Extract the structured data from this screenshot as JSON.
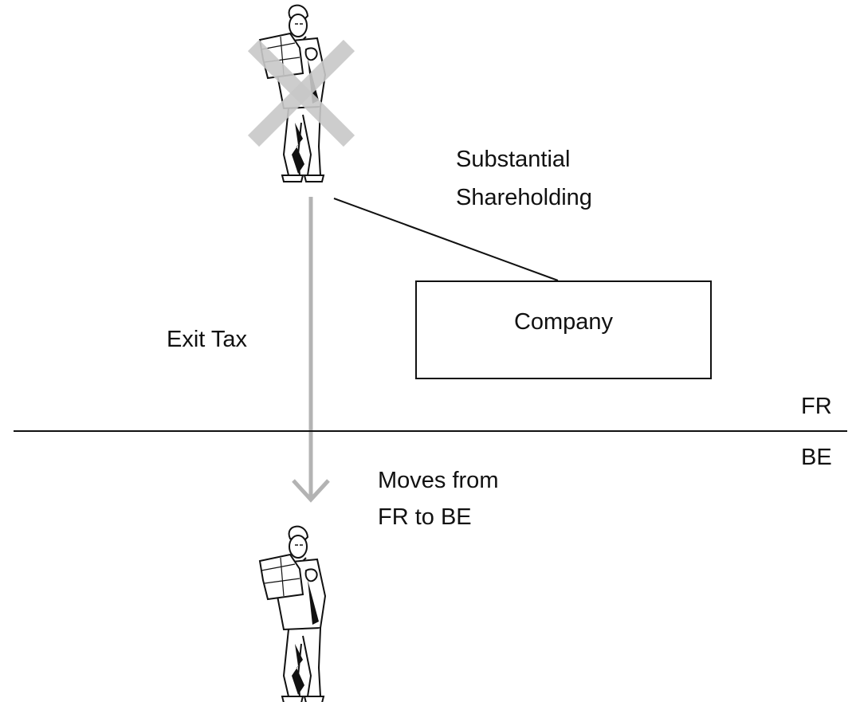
{
  "labels": {
    "shareholding_line1": "Substantial",
    "shareholding_line2": "Shareholding",
    "company": "Company",
    "exit_tax": "Exit Tax",
    "country_top": "FR",
    "country_bottom": "BE",
    "move_line1": "Moves from",
    "move_line2": "FR to BE"
  },
  "icons": {
    "person_before": "person-reading-map-icon",
    "crossed_out_marker": "cross-icon",
    "person_after": "person-reading-map-icon",
    "move_arrow": "arrow-down-icon"
  },
  "colors": {
    "cross": "#c8c8c8",
    "arrow": "#b3b3b3",
    "line": "#111111"
  }
}
